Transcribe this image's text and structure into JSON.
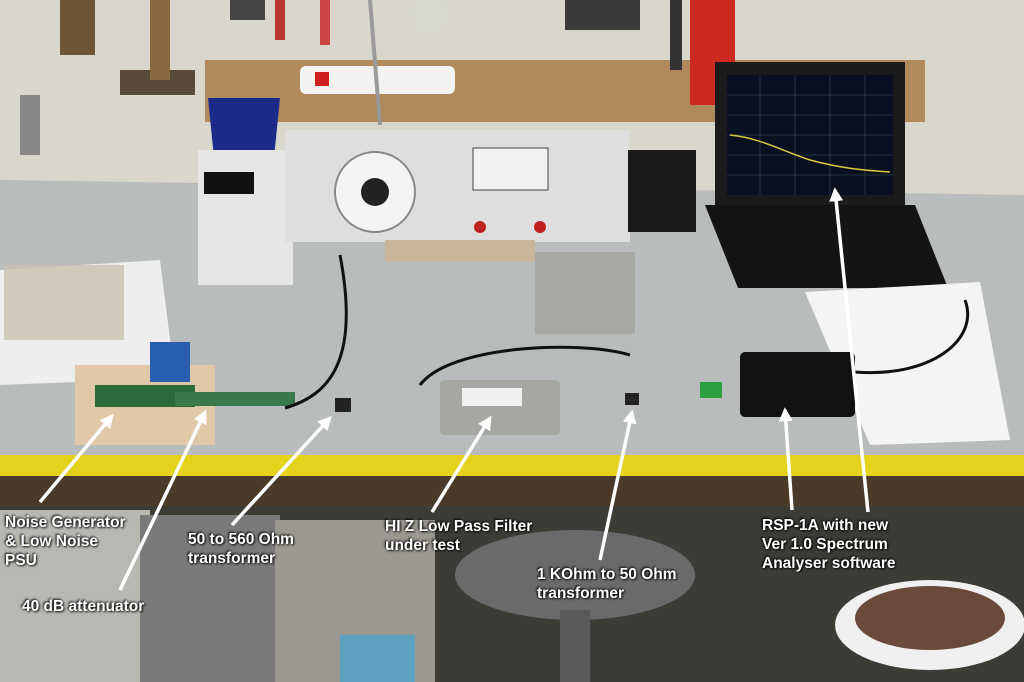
{
  "photo": {
    "subject": "electronics workbench with signal generator, filter under test and laptop",
    "colors": {
      "wall": "#d9d6cc",
      "bench_top": "#b9bcbc",
      "bench_edge": "#e5d21c",
      "arrow": "#ffffff",
      "label_text": "#ffffff"
    }
  },
  "annotations": [
    {
      "id": "noise-generator",
      "text": "Noise Generator\n& Low Noise\nPSU"
    },
    {
      "id": "attenuator",
      "text": "40 dB attenuator"
    },
    {
      "id": "transformer-50-560",
      "text": "50 to 560 Ohm\ntransformer"
    },
    {
      "id": "low-pass-filter",
      "text": "HI Z Low Pass Filter\nunder test"
    },
    {
      "id": "transformer-1k-50",
      "text": "1 KOhm to 50 Ohm\ntransformer"
    },
    {
      "id": "rsp1a",
      "text": "RSP-1A with new\nVer 1.0 Spectrum\nAnalyser software"
    }
  ]
}
